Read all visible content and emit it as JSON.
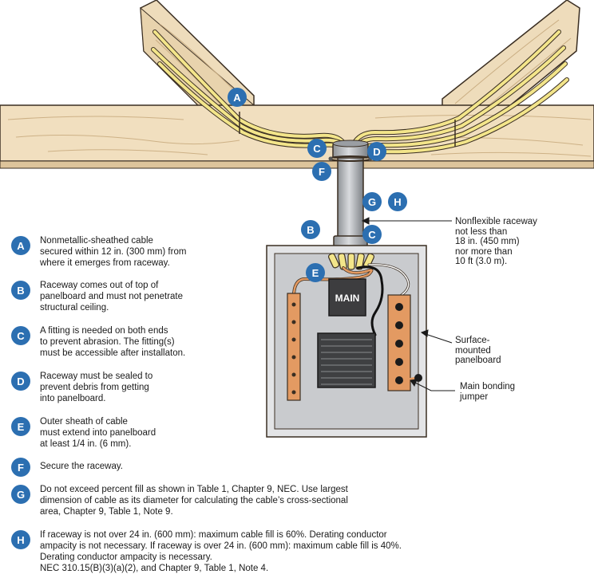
{
  "callouts": {
    "raceway": "Nonflexible raceway\nnot less than\n18 in. (450 mm)\nnor more than\n10 ft (3.0 m).",
    "panel": "Surface-\nmounted\npanelboard",
    "bonding": "Main bonding\njumper",
    "main_label": "MAIN"
  },
  "badges": [
    "A",
    "B",
    "C",
    "D",
    "E",
    "F",
    "G",
    "H"
  ],
  "legend": [
    {
      "letter": "A",
      "text": "Nonmetallic-sheathed cable\nsecured within 12 in. (300 mm) from\nwhere it emerges from raceway."
    },
    {
      "letter": "B",
      "text": "Raceway comes out of top of\npanelboard and must not penetrate\nstructural ceiling."
    },
    {
      "letter": "C",
      "text": "A fitting is needed on both ends\nto prevent abrasion. The fitting(s)\nmust be accessible after installaton."
    },
    {
      "letter": "D",
      "text": "Raceway must be sealed  to\nprevent debris from getting\ninto panelboard."
    },
    {
      "letter": "E",
      "text": "Outer sheath of cable\nmust extend into panelboard\nat least 1/4 in. (6 mm)."
    },
    {
      "letter": "F",
      "text": "Secure the raceway."
    },
    {
      "letter": "G",
      "text": "Do not exceed percent fill as shown in Table 1, Chapter 9, NEC. Use largest\ndimension of cable as its diameter for calculating the cable’s cross-sectional\narea, Chapter 9, Table 1, Note 9."
    },
    {
      "letter": "H",
      "text": "If raceway is not over 24 in. (600 mm): maximum cable fill is 60%. Derating conductor\nampacity is not  necessary. If raceway is over 24 in. (600 mm): maximum cable fill is 40%.\nDerating conductor ampacity is necessary.\nNEC 310.15(B)(3)(a)(2), and Chapter 9, Table 1, Note 4."
    }
  ],
  "colors": {
    "badge": "#2c6fb1",
    "wood": "#f1dfbf",
    "cable": "#f3e58a",
    "copper": "#e39a62",
    "panel": "#c9cbce"
  }
}
